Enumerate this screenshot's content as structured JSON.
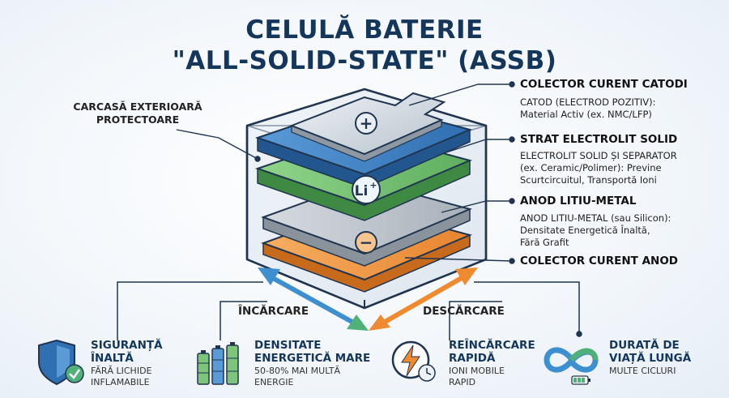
{
  "title": {
    "line1": "CELULĂ BATERIE",
    "line2": "\"ALL-SOLID-STATE\" (ASSB)"
  },
  "casing_label": {
    "line1": "CARCASĂ EXTERIOARĂ",
    "line2": "PROTECTOARE"
  },
  "layers": [
    {
      "heading": "COLECTOR CURENT CATODI",
      "desc": [
        "CATOD (ELECTROD POZITIV):",
        "Material Activ (ex. NMC/LFP)"
      ]
    },
    {
      "heading": "STRAT ELECTROLIT SOLID",
      "desc": [
        "ELECTROLIT SOLID ȘI SEPARATOR",
        "(ex. Ceramic/Polimer): Previne",
        "Scurtcircuitul, Transportă Ioni"
      ]
    },
    {
      "heading": "ANOD LITIU-METAL",
      "desc": [
        "ANOD LITIU-METAL (sau Silicon):",
        "Densitate Energetică Înaltă,",
        "Fără Grafit"
      ]
    },
    {
      "heading": "COLECTOR CURENT ANOD",
      "desc": []
    }
  ],
  "symbols": {
    "positive": "+",
    "ion": "Li",
    "ion_sup": "+",
    "negative": "−"
  },
  "flow": {
    "charge": "ÎNCĂRCARE",
    "discharge": "DESCĂRCARE"
  },
  "features": [
    {
      "icon": "shield-check-icon",
      "title": [
        "SIGURANȚĂ",
        "ÎNALTĂ"
      ],
      "desc": [
        "FĂRĂ LICHIDE",
        "INFLAMABILE"
      ]
    },
    {
      "icon": "battery-stack-icon",
      "title": [
        "DENSITATE",
        "ENERGETICĂ MARE"
      ],
      "desc": [
        "50-80% MAI MULTĂ",
        "ENERGIE"
      ]
    },
    {
      "icon": "fast-charge-icon",
      "title": [
        "REÎNCĂRCARE",
        "RAPIDĂ"
      ],
      "desc": [
        "IONI MOBILE",
        "RAPID"
      ]
    },
    {
      "icon": "infinity-battery-icon",
      "title": [
        "DURATĂ DE",
        "VIAȚĂ LUNGĂ"
      ],
      "desc": [
        "MULTE CICLURI"
      ]
    }
  ],
  "colors": {
    "title": "#14365a",
    "cathode_collector": "#c9d3dd",
    "cathode": "#3f7fc0",
    "electrolyte": "#7cc57a",
    "anode": "#b9c0c8",
    "anode_collector": "#ef9a4c",
    "charge_arrow": "#3d8fcf",
    "discharge_arrow": "#f08a2e"
  }
}
